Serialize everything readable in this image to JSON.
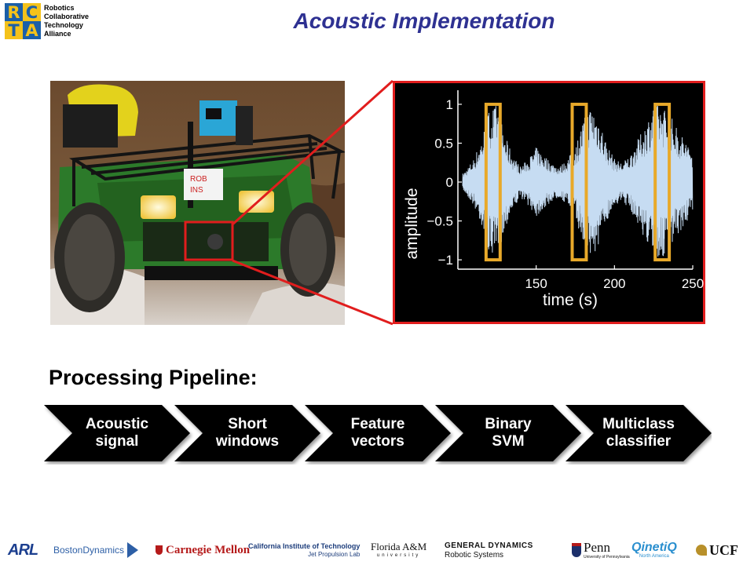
{
  "header": {
    "logo_letters": [
      "R",
      "C",
      "T",
      "A"
    ],
    "logo_lines": [
      "Robotics",
      "Collaborative",
      "Technology",
      "Alliance"
    ],
    "title": "Acoustic Implementation"
  },
  "photo": {
    "sign_text": [
      "ROB",
      "INS"
    ]
  },
  "plot": {
    "ylabel": "amplitude",
    "xlabel": "time (s)",
    "yticks": [
      "1",
      "0.5",
      "0",
      "−0.5",
      "−1"
    ],
    "xticks": [
      "150",
      "200",
      "250"
    ],
    "colors": {
      "background": "#000000",
      "signal": "#c6dcf2",
      "window": "#e8a92a",
      "border": "#e11d1d"
    }
  },
  "chart_data": {
    "type": "line",
    "xlabel": "time (s)",
    "ylabel": "amplitude",
    "xlim": [
      100,
      250
    ],
    "ylim": [
      -1.1,
      1.1
    ],
    "x_ticks": [
      150,
      200,
      250
    ],
    "y_ticks": [
      1,
      0.5,
      0,
      -0.5,
      -1
    ],
    "series": [
      {
        "x": [
          100,
          105,
          110,
          115,
          120,
          125,
          130,
          135,
          140,
          145,
          150,
          155,
          160,
          165,
          170,
          175,
          180,
          185,
          190,
          195,
          200,
          205,
          210,
          215,
          220,
          225,
          230,
          235,
          240,
          245,
          250
        ],
        "envelope": [
          0.05,
          0.15,
          0.3,
          0.55,
          0.95,
          1.0,
          0.6,
          0.35,
          0.2,
          0.3,
          0.45,
          0.35,
          0.25,
          0.2,
          0.3,
          0.45,
          0.8,
          1.0,
          0.85,
          0.5,
          0.3,
          0.25,
          0.35,
          0.55,
          0.75,
          1.0,
          1.0,
          0.9,
          0.7,
          0.55,
          0.4
        ]
      }
    ],
    "windows": [
      [
        118,
        127
      ],
      [
        173,
        182
      ],
      [
        226,
        235
      ]
    ]
  },
  "pipeline": {
    "heading": "Processing Pipeline:",
    "steps": [
      {
        "line1": "Acoustic",
        "line2": "signal"
      },
      {
        "line1": "Short",
        "line2": "windows"
      },
      {
        "line1": "Feature",
        "line2": "vectors"
      },
      {
        "line1": "Binary",
        "line2": "SVM"
      },
      {
        "line1": "Multiclass",
        "line2": "classifier"
      }
    ]
  },
  "sponsors": {
    "arl": "ARL",
    "boston": "BostonDynamics",
    "cmu": "Carnegie Mellon",
    "caltech_1": "California Institute of Technology",
    "caltech_2": "Jet Propulsion Lab",
    "famu_1": "Florida A&M",
    "famu_2": "university",
    "gd_1": "GENERAL DYNAMICS",
    "gd_2": "Robotic Systems",
    "penn_1": "Penn",
    "penn_2": "University of Pennsylvania",
    "qinetiq_1": "QinetiQ",
    "qinetiq_2": "North America",
    "ucf": "UCF"
  }
}
